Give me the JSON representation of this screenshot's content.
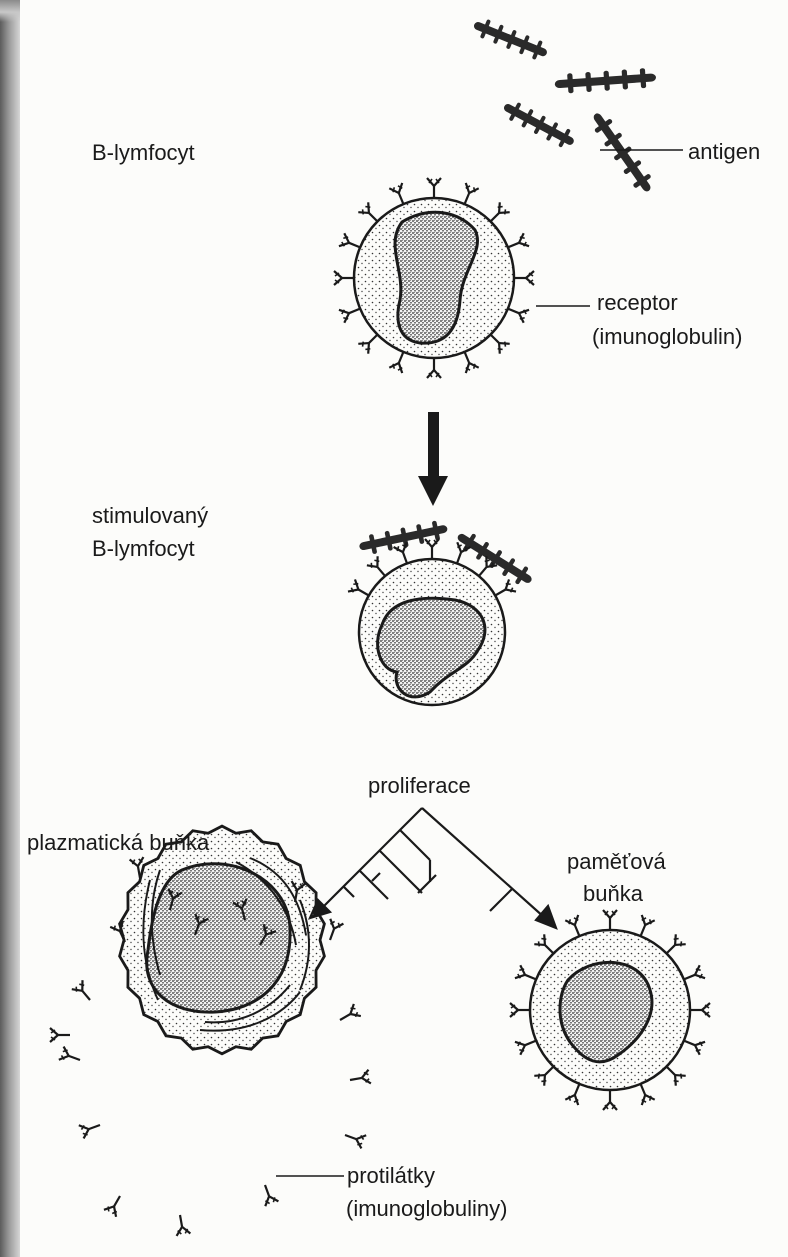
{
  "labels": {
    "b_lymfocyt": "B-lymfocyt",
    "antigen": "antigen",
    "receptor": "receptor",
    "receptor_sub": "(imunoglobulin)",
    "stimulovany": "stimulovaný",
    "stimulovany_sub": "B-lymfocyt",
    "proliferace": "proliferace",
    "plazmaticka": "plazmatická buňka",
    "pametova": "paměťová",
    "pametova_sub": "buňka",
    "protilatky": "protilátky",
    "protilatky_sub": "(imunoglobuliny)"
  },
  "colors": {
    "ink": "#1a1a1a",
    "frame": "#7a7a7a",
    "paper": "#fcfcfa"
  }
}
